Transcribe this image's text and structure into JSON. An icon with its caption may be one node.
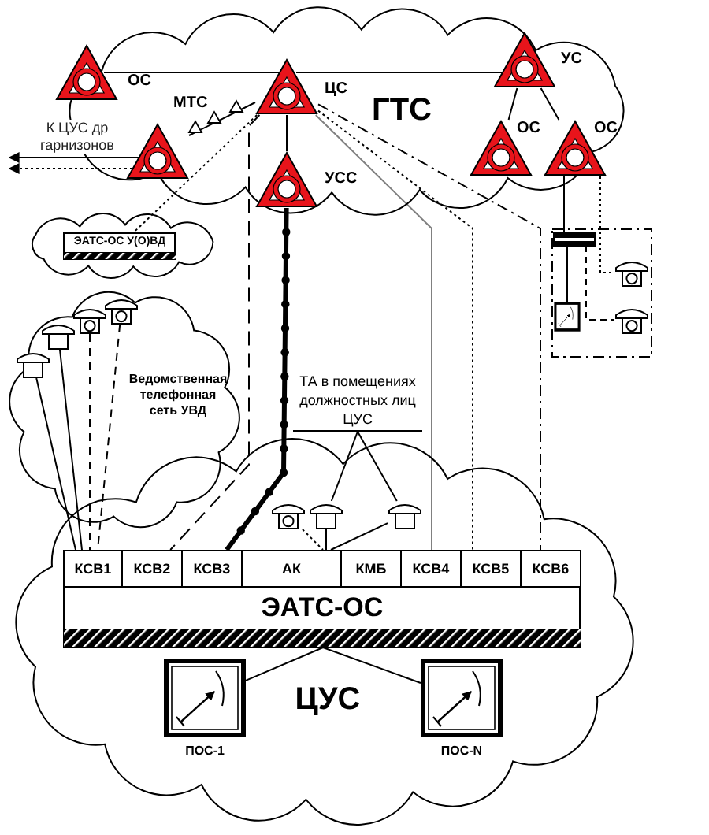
{
  "diagram": {
    "nodes": [
      {
        "text": [
          "ГТС"
        ]
      },
      {
        "text": [
          "ОС"
        ],
        "in": 0
      },
      {
        "text": [
          "ЦС"
        ],
        "in": 0
      },
      {
        "text": [
          "УС"
        ],
        "in": 0
      },
      {
        "text": [
          "ОС"
        ],
        "in": 0
      },
      {
        "text": [
          "ОС"
        ],
        "in": 0
      },
      {
        "text": [
          "МТС"
        ],
        "in": 0
      },
      {
        "text": [
          "УСС"
        ],
        "in": 0
      },
      {
        "text": [],
        "shape": "cloud"
      },
      {
        "text": [
          "ЭАТС-ОС У(О)ВД"
        ],
        "in": 8
      },
      {
        "text": [
          "Ведомственная телефонная сеть УВД"
        ]
      },
      {
        "text": [],
        "shape": "telephone",
        "in": 10
      },
      {
        "text": [],
        "shape": "telephone",
        "in": 10
      },
      {
        "text": [],
        "shape": "telephone",
        "in": 10
      },
      {
        "text": [],
        "shape": "telephone",
        "in": 10
      },
      {
        "text": [
          "ТА в помещениях должностных лиц ЦУС"
        ]
      },
      {
        "text": [
          "ЦУС"
        ]
      },
      {
        "text": [],
        "shape": "telephone",
        "in": 16
      },
      {
        "text": [],
        "shape": "telephone",
        "in": 16
      },
      {
        "text": [],
        "shape": "telephone",
        "in": 16
      },
      {
        "text": [
          "ЭАТС-ОС"
        ],
        "in": 16
      },
      {
        "text": [
          "КСВ1"
        ],
        "in": 20
      },
      {
        "text": [
          "КСВ2"
        ],
        "in": 20
      },
      {
        "text": [
          "КСВ3"
        ],
        "in": 20
      },
      {
        "text": [
          "АК"
        ],
        "in": 20
      },
      {
        "text": [
          "КМБ"
        ],
        "in": 20
      },
      {
        "text": [
          "КСВ4"
        ],
        "in": 20
      },
      {
        "text": [
          "КСВ5"
        ],
        "in": 20
      },
      {
        "text": [
          "КСВ6"
        ],
        "in": 20
      },
      {
        "text": [
          "ПОС-1"
        ],
        "in": 16
      },
      {
        "text": [
          "ПОС-N"
        ],
        "in": 16
      },
      {
        "text": [],
        "shape": "box"
      },
      {
        "text": [],
        "shape": "bar",
        "in": 31
      },
      {
        "text": [],
        "shape": "telephone",
        "in": 31
      },
      {
        "text": [],
        "shape": "picture",
        "in": 31
      },
      {
        "text": [],
        "shape": "telephone",
        "in": 31
      }
    ],
    "edges": [
      {
        "from": 1,
        "to": 2,
        "arrow": "none"
      },
      {
        "from": 2,
        "to": 3,
        "arrow": "none"
      },
      {
        "from": 3,
        "to": 4,
        "arrow": "none"
      },
      {
        "from": 3,
        "to": 5,
        "arrow": "none"
      },
      {
        "from": 2,
        "to": 7,
        "arrow": "none"
      },
      {
        "from": 7,
        "to": 23,
        "arrow": "none",
        "style": "thick"
      },
      {
        "from": 2,
        "to": 22,
        "arrow": "none",
        "style": "dashed"
      },
      {
        "from": 2,
        "to": 26,
        "arrow": "none",
        "color": "#808080"
      },
      {
        "from": 2,
        "to": 27,
        "arrow": "none",
        "style": "dashed"
      },
      {
        "from": 2,
        "to": 28,
        "arrow": "none",
        "style": "dashed"
      },
      {
        "from": 2,
        "to": 6,
        "arrow": "to"
      },
      {
        "from": 2,
        "to": 9,
        "arrow": "none",
        "style": "dashed"
      },
      {
        "from": 6,
        "to": null,
        "arrow": "to",
        "label": "К ЦУС др гарнизонов"
      },
      {
        "from": 6,
        "to": null,
        "arrow": "to",
        "style": "dashed"
      },
      {
        "from": 5,
        "to": 32,
        "arrow": "none"
      },
      {
        "from": 5,
        "to": 33,
        "arrow": "none",
        "style": "dashed"
      },
      {
        "from": 32,
        "to": 34,
        "arrow": "none"
      },
      {
        "from": 32,
        "to": 35,
        "arrow": "none",
        "style": "dashed"
      },
      {
        "from": 11,
        "to": 21,
        "arrow": "none"
      },
      {
        "from": 12,
        "to": 21,
        "arrow": "none"
      },
      {
        "from": 13,
        "to": 21,
        "arrow": "none",
        "style": "dashed"
      },
      {
        "from": 14,
        "to": 21,
        "arrow": "none",
        "style": "dashed"
      },
      {
        "from": 15,
        "to": 18,
        "arrow": "none"
      },
      {
        "from": 15,
        "to": 19,
        "arrow": "none"
      },
      {
        "from": 17,
        "to": 24,
        "arrow": "none",
        "style": "dashed"
      },
      {
        "from": 18,
        "to": 24,
        "arrow": "none"
      },
      {
        "from": 19,
        "to": 24,
        "arrow": "none"
      },
      {
        "from": 20,
        "to": 29,
        "arrow": "none"
      },
      {
        "from": 20,
        "to": 30,
        "arrow": "none"
      }
    ]
  }
}
